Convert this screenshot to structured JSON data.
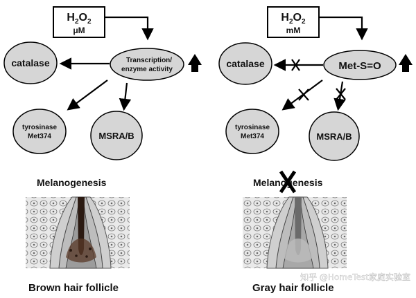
{
  "left": {
    "h2o2_line1": "H2O2",
    "h2o2_sub": "2",
    "h2o2_unit": "μM",
    "catalase": "catalase",
    "center_line1": "Transcription/",
    "center_line2": "enzyme activity",
    "tyrosinase_line1": "tyrosinase",
    "tyrosinase_line2": "Met374",
    "msra": "MSRA/B",
    "melanogenesis": "Melanogenesis",
    "caption": "Brown hair follicle"
  },
  "right": {
    "h2o2_unit": "mM",
    "catalase": "catalase",
    "center": "Met-S=O",
    "tyrosinase_line1": "tyrosinase",
    "tyrosinase_line2": "Met374",
    "msra": "MSRA/B",
    "melanogenesis": "Melanogenesis",
    "caption": "Gray hair follicle"
  },
  "watermark": "知乎 @HomeTest家庭实验室",
  "colors": {
    "node_fill": "#d6d6d6",
    "stroke": "#000000",
    "brown_pigment": "#2b1a12",
    "gray_pigment": "#6b6b6b"
  }
}
